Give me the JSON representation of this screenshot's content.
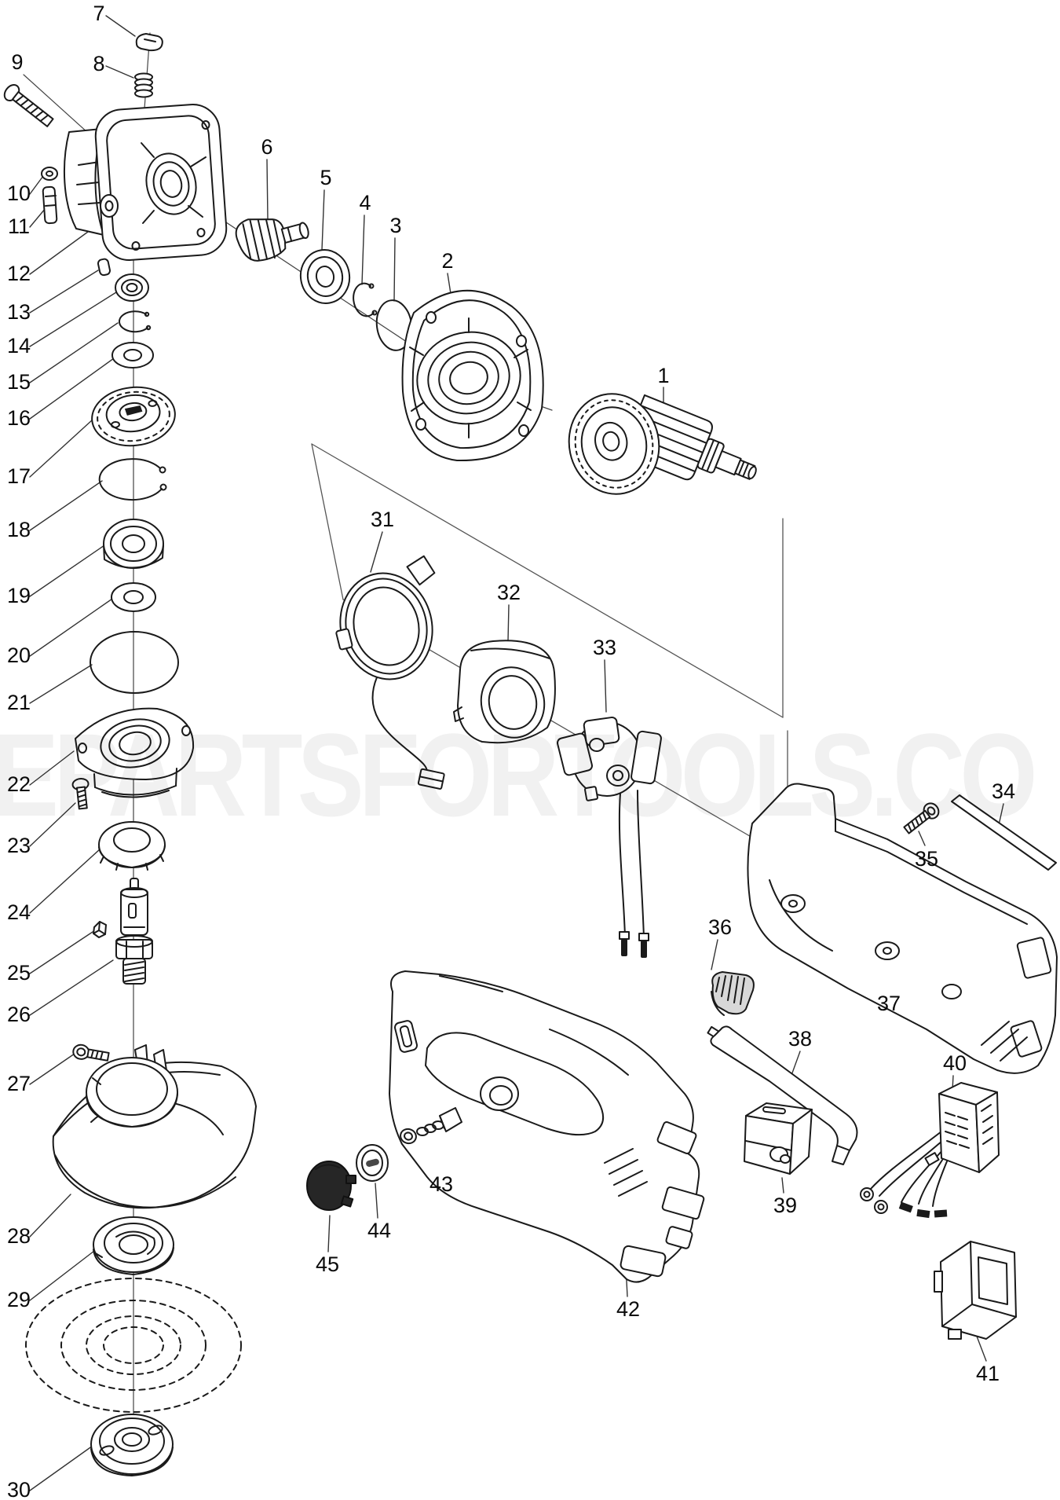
{
  "diagram": {
    "watermark": "EPARTSFORTOOLS.CO",
    "background_color": "#ffffff",
    "line_color": "#1a1a1a",
    "part_numbers": [
      "1",
      "2",
      "3",
      "4",
      "5",
      "6",
      "7",
      "8",
      "9",
      "10",
      "11",
      "12",
      "13",
      "14",
      "15",
      "16",
      "17",
      "18",
      "19",
      "20",
      "21",
      "22",
      "23",
      "24",
      "25",
      "26",
      "27",
      "28",
      "29",
      "30",
      "31",
      "32",
      "33",
      "34",
      "35",
      "36",
      "37",
      "38",
      "39",
      "40",
      "41",
      "42",
      "43",
      "44",
      "45"
    ]
  }
}
